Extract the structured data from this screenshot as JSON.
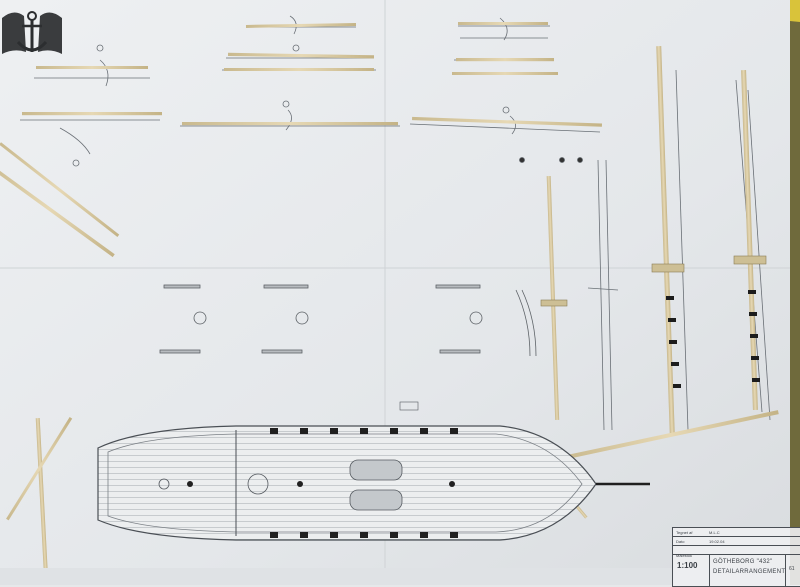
{
  "title_block": {
    "drawn_by_label": "Tegnet af",
    "drawn_by": "M.L.C",
    "date_label": "Dato",
    "date": "19.02.04",
    "scale_label": "Målestok",
    "scale": "1:100",
    "title": "GÖTHEBORG \"432\"",
    "subtitle": "DETAILARRANGEMENT",
    "drawing_number": "61"
  },
  "colors": {
    "paper": "#e7e9eb",
    "wood": "#d9c9a0",
    "line": "#5a5f66",
    "black": "#1b1b1b",
    "table": "#7a6f3a"
  }
}
